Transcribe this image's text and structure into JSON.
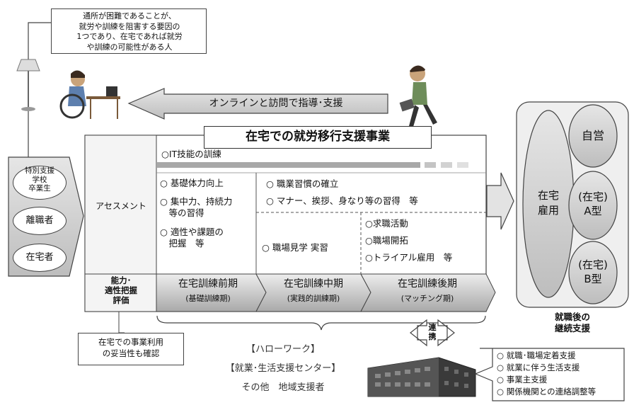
{
  "callout_top": "通所が困難であることが、\n就労や訓練を阻害する要因の\n1つであり、在宅であれば就労\nや訓練の可能性がある人",
  "online_arrow_label": "オンラインと訪問で指導･支援",
  "main_title": "在宅での就労移行支援事業",
  "left_groups": [
    "特別支援\n学校\n卒業生",
    "離職者",
    "在宅者"
  ],
  "assessment_label": "アセスメント",
  "eval_label": "能力･\n適性把握\n評価",
  "it_skill": "○IT技能の訓練",
  "early_items": [
    "○ 基礎体力向上",
    "○ 集中力、持続力\n　等の習得",
    "○ 適性や課題の\n　把握　等"
  ],
  "middle_items": [
    "○ 職業習慣の確立",
    "○ マナー、挨拶、身なり等の習得　等"
  ],
  "workplace_visit": "○ 職場見学 実習",
  "late_items": [
    "○求職活動",
    "○職場開拓",
    "○トライアル雇用　等"
  ],
  "phases": [
    {
      "name": "在宅訓練前期",
      "sub": "(基礎訓練期)"
    },
    {
      "name": "在宅訓練中期",
      "sub": "(実践的訓練期)"
    },
    {
      "name": "在宅訓練後期",
      "sub": "(マッチング期)"
    }
  ],
  "outcomes": {
    "home_employment": "在宅\n雇用",
    "self_employed": "自営",
    "type_a": "(在宅)\nA型",
    "type_b": "(在宅)\nB型",
    "continuing_support": "就職後の\n継続支援"
  },
  "callout_bottom": "在宅での事業利用\nの妥当性も確認",
  "partners": [
    "【ハローワーク】",
    "【就業･生活支援センター】",
    "その他　地域支援者"
  ],
  "cooperation": "連\n携",
  "support_list": [
    "○ 就職･職場定着支援",
    "○ 就業に伴う生活支援",
    "○ 事業主支援",
    "○ 関係機関との連絡調整等"
  ]
}
